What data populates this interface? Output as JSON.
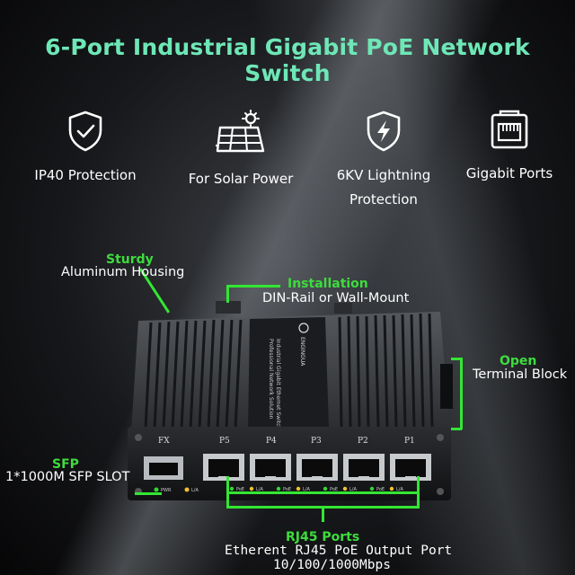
{
  "title": "6-Port Industrial Gigabit PoE Network Switch",
  "features": [
    {
      "icon": "shield-check-icon",
      "label": "IP40 Protection"
    },
    {
      "icon": "solar-panel-icon",
      "label": "For Solar Power"
    },
    {
      "icon": "lightning-shield-icon",
      "label_line1": "6KV Lightning",
      "label_line2": "Protection"
    },
    {
      "icon": "ethernet-port-icon",
      "label": "Gigabit Ports"
    }
  ],
  "callouts": {
    "sturdy": {
      "title": "Sturdy",
      "text": "Aluminum Housing"
    },
    "installation": {
      "title": "Installation",
      "text": "DIN-Rail or Wall-Mount"
    },
    "open": {
      "title": "Open",
      "text": "Terminal Block"
    },
    "sfp": {
      "title": "SFP",
      "text": "1*1000M SFP SLOT"
    },
    "rj45": {
      "title": "RJ45 Ports",
      "text_line1": "Etherent RJ45 PoE Output Port",
      "text_line2": "10/100/1000Mbps"
    }
  },
  "device": {
    "brand": "ENGINGUA",
    "label_line1": "Professional Network Solution",
    "label_line2": "Industrial Gigabit Ethernet Switch",
    "ports": [
      "FX",
      "P5",
      "P4",
      "P3",
      "P2",
      "P1"
    ],
    "led_labels": {
      "pwr": "PWR",
      "la": "L/A",
      "poe": "PoE"
    }
  },
  "colors": {
    "title": "#6ee7b7",
    "accent": "#33e633",
    "led_green": "#35d435",
    "led_yellow": "#f2c12e"
  }
}
